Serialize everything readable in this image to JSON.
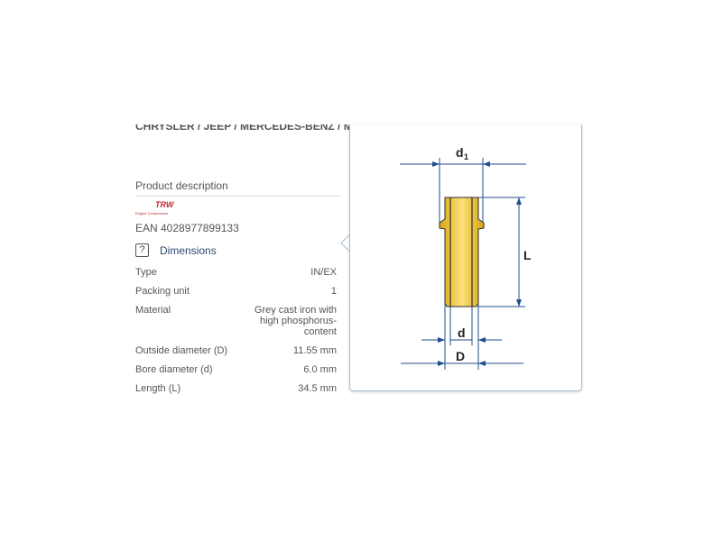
{
  "breadcrumb": "CHRYSLER / JEEP / MERCEDES-BENZ / MERCEDES-BENZ",
  "product_description": {
    "title": "Product description",
    "brand_logo": {
      "name": "TRW",
      "subtitle": "Engine Components",
      "color": "#c0282d"
    },
    "ean": "EAN 4028977899133",
    "dimensions_label": "Dimensions",
    "help_icon": "?",
    "specs": [
      {
        "label": "Type",
        "value": "IN/EX"
      },
      {
        "label": "Packing unit",
        "value": "1"
      },
      {
        "label": "Material",
        "value": "Grey cast iron with high phosphorus-content"
      },
      {
        "label": "Outside diameter (D)",
        "value": "11.55 mm"
      },
      {
        "label": "Bore diameter (d)",
        "value": "6.0 mm"
      },
      {
        "label": "Length (L)",
        "value": "34.5 mm"
      }
    ]
  },
  "diagram": {
    "labels": {
      "d1": "d",
      "d1_sub": "1",
      "L": "L",
      "d": "d",
      "D": "D"
    },
    "colors": {
      "line": "#1f4e8c",
      "part": "#e8b820",
      "outline": "#2b2b2b"
    }
  }
}
